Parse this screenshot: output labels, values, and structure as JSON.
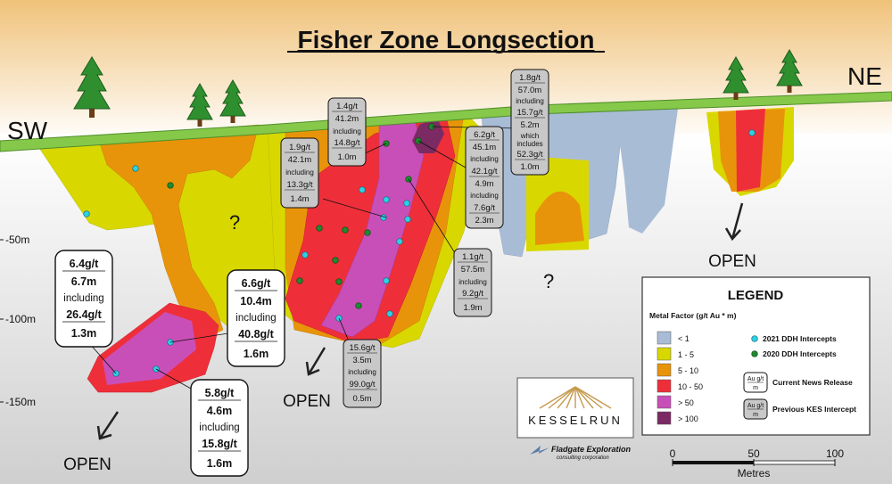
{
  "title": "Fisher Zone Longsection",
  "directions": {
    "left": "SW",
    "right": "NE"
  },
  "depth_labels": [
    "-50m",
    "-100m",
    "-150m"
  ],
  "question_marks": [
    "?",
    "?"
  ],
  "open_labels": [
    "OPEN",
    "OPEN",
    "OPEN"
  ],
  "new_callouts": [
    {
      "lines": [
        "6.4g/t",
        "6.7m",
        "including",
        "26.4g/t",
        "1.3m"
      ]
    },
    {
      "lines": [
        "6.6g/t",
        "10.4m",
        "including",
        "40.8g/t",
        "1.6m"
      ]
    },
    {
      "lines": [
        "5.8g/t",
        "4.6m",
        "including",
        "15.8g/t",
        "1.6m"
      ]
    }
  ],
  "previous_callouts": [
    {
      "lines": [
        "1.4g/t",
        "41.2m",
        "including",
        "14.8g/t",
        "1.0m"
      ]
    },
    {
      "lines": [
        "1.9g/t",
        "42.1m",
        "including",
        "13.3g/t",
        "1.4m"
      ]
    },
    {
      "lines": [
        "1.8g/t",
        "57.0m",
        "including",
        "15.7g/t",
        "5.2m",
        "which",
        "includes",
        "52.3g/t",
        "1.0m"
      ]
    },
    {
      "lines": [
        "6.2g/t",
        "45.1m",
        "including",
        "42.1g/t",
        "4.9m",
        "including",
        "7.6g/t",
        "2.3m"
      ]
    },
    {
      "lines": [
        "1.1g/t",
        "57.5m",
        "including",
        "9.2g/t",
        "1.9m"
      ]
    },
    {
      "lines": [
        "15.6g/t",
        "3.5m",
        "including",
        "99.0g/t",
        "0.5m"
      ]
    }
  ],
  "legend": {
    "title": "LEGEND",
    "subtitle": "Metal Factor (g/t Au * m)",
    "classes": [
      {
        "label": "< 1",
        "color": "#a9bcd6"
      },
      {
        "label": "1 - 5",
        "color": "#d8d800"
      },
      {
        "label": "5 - 10",
        "color": "#e8940a"
      },
      {
        "label": "10 - 50",
        "color": "#ee2f3a"
      },
      {
        "label": "> 50",
        "color": "#c94fb8"
      },
      {
        "label": "> 100",
        "color": "#7b2a63"
      }
    ],
    "symbols": [
      {
        "label": "2021 DDH Intercepts",
        "color": "#2fd0e6"
      },
      {
        "label": "2020 DDH Intercepts",
        "color": "#1f8a2e"
      }
    ],
    "box_sample": [
      "Au g/t",
      "m"
    ],
    "current_label": "Current News Release",
    "previous_label": "Previous KES Intercept"
  },
  "logo_text": "KESSELRUN",
  "credit": {
    "line1": "Fladgate Exploration",
    "line2": "consulting corporation"
  },
  "scale": {
    "ticks": [
      "0",
      "50",
      "100"
    ],
    "unit": "Metres"
  }
}
